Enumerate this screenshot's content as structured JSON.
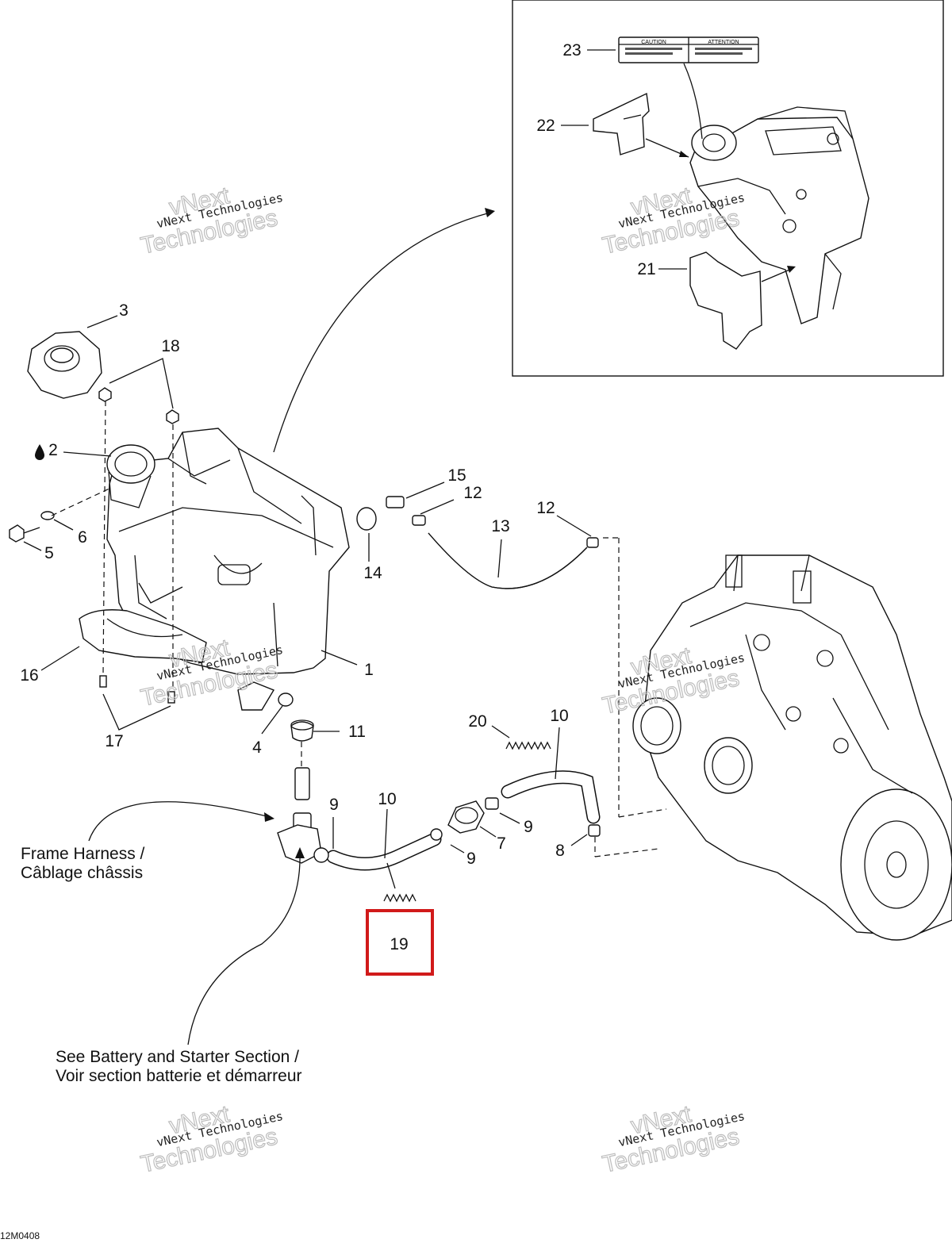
{
  "diagram_code": "12M0408",
  "watermark": {
    "line1": "vNext Technologies",
    "line2": "vNext",
    "line3": "Technologies"
  },
  "callouts": {
    "c1": "1",
    "c2": "2",
    "c3": "3",
    "c4": "4",
    "c5": "5",
    "c6": "6",
    "c7": "7",
    "c8": "8",
    "c9a": "9",
    "c9b": "9",
    "c9c": "9",
    "c10a": "10",
    "c10b": "10",
    "c11": "11",
    "c12a": "12",
    "c12b": "12",
    "c13": "13",
    "c14": "14",
    "c15": "15",
    "c16": "16",
    "c17": "17",
    "c18": "18",
    "c19": "19",
    "c20": "20",
    "c21": "21",
    "c22": "22",
    "c23": "23"
  },
  "labels": {
    "frame_harness_line1": "Frame Harness /",
    "frame_harness_line2": "Câblage châssis",
    "battery_line1": "See Battery and Starter Section /",
    "battery_line2": "Voir section batterie et démarreur"
  },
  "decal": {
    "caution_title": "CAUTION",
    "attention_title": "ATTENTION"
  },
  "highlight_color": "#d11a1a",
  "oil_drop_icon": "oil-drop-icon"
}
